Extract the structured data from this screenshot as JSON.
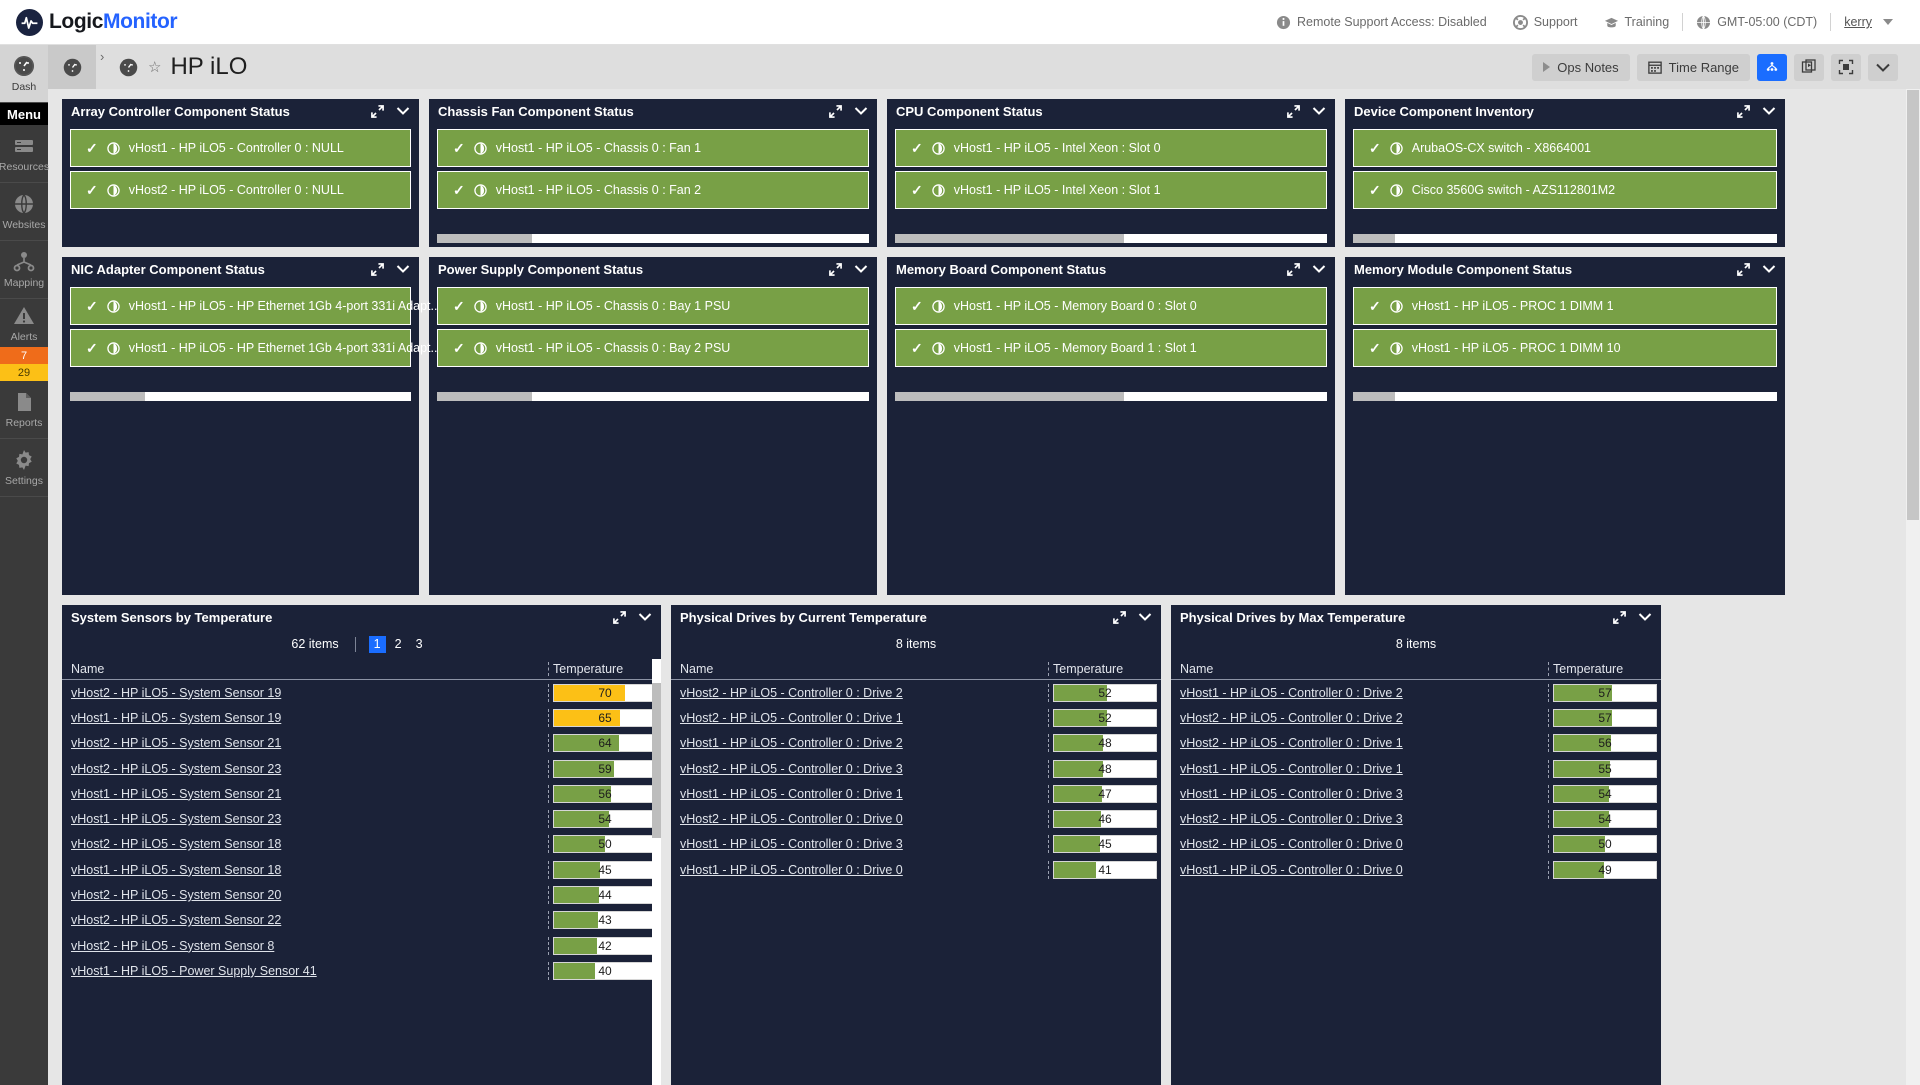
{
  "brand": {
    "name_a": "Logic",
    "name_b": "Monitor"
  },
  "topbar": {
    "remote_support": "Remote Support Access: Disabled",
    "support": "Support",
    "training": "Training",
    "timezone": "GMT-05:00 (CDT)",
    "user": "kerry"
  },
  "sidebar": {
    "items": [
      {
        "label": "Dash",
        "icon": "dashboard-icon",
        "active": true
      },
      {
        "label": "Menu",
        "icon": "menu-icon",
        "active": false
      },
      {
        "label": "Resources",
        "icon": "server-icon",
        "active": false
      },
      {
        "label": "Websites",
        "icon": "globe-icon",
        "active": false
      },
      {
        "label": "Mapping",
        "icon": "topology-icon",
        "active": false
      },
      {
        "label": "Alerts",
        "icon": "warning-icon",
        "active": false
      },
      {
        "label": "Reports",
        "icon": "report-icon",
        "active": false
      },
      {
        "label": "Settings",
        "icon": "gear-icon",
        "active": false
      }
    ],
    "alert_badges": {
      "critical": "7",
      "warning": "29"
    }
  },
  "page": {
    "title": "HP iLO",
    "buttons": {
      "ops_notes": "Ops Notes",
      "time_range": "Time Range"
    }
  },
  "colors": {
    "ok_green": "#78a046",
    "bar_green": "#78a046",
    "bar_yellow": "#fcc016",
    "accent_blue": "#1a6dff",
    "widget_bg": "#1b2238"
  },
  "widgets": {
    "array_controller": {
      "title": "Array Controller Component Status",
      "rows": [
        "vHost1 - HP iLO5 - Controller 0 : NULL",
        "vHost2 - HP iLO5 - Controller 0 : NULL"
      ],
      "scroll_pct": 0
    },
    "chassis_fan": {
      "title": "Chassis Fan Component Status",
      "rows": [
        "vHost1 - HP iLO5 - Chassis 0 : Fan 1",
        "vHost1 - HP iLO5 - Chassis 0 : Fan 2"
      ],
      "scroll_pct": 18
    },
    "cpu": {
      "title": "CPU Component Status",
      "rows": [
        "vHost1 - HP iLO5 - Intel Xeon : Slot 0",
        "vHost1 - HP iLO5 - Intel Xeon : Slot 1"
      ],
      "scroll_pct": 49
    },
    "device_inventory": {
      "title": "Device Component Inventory",
      "rows": [
        "ArubaOS-CX switch - X8664001",
        "Cisco 3560G switch - AZS112801M2"
      ],
      "scroll_pct": 8
    },
    "nic_adapter": {
      "title": "NIC Adapter Component Status",
      "rows": [
        "vHost1 - HP iLO5 - HP Ethernet 1Gb 4-port 331i Adapt...",
        "vHost1 - HP iLO5 - HP Ethernet 1Gb 4-port 331i Adapt..."
      ],
      "scroll_pct": 18
    },
    "power_supply": {
      "title": "Power Supply Component Status",
      "rows": [
        "vHost1 - HP iLO5 - Chassis 0 : Bay 1 PSU",
        "vHost1 - HP iLO5 - Chassis 0 : Bay 2 PSU"
      ],
      "scroll_pct": 49
    },
    "memory_board": {
      "title": "Memory Board Component Status",
      "rows": [
        "vHost1 - HP iLO5 - Memory Board 0 : Slot 0",
        "vHost1 - HP iLO5 - Memory Board 1 : Slot 1"
      ],
      "scroll_pct": 49
    },
    "memory_module": {
      "title": "Memory Module Component Status",
      "rows": [
        "vHost1 - HP iLO5 - PROC 1 DIMM 1",
        "vHost1 - HP iLO5 - PROC 1 DIMM 10"
      ],
      "scroll_pct": 8
    },
    "system_sensors": {
      "title": "System Sensors by Temperature",
      "items_count": "62 items",
      "pages": [
        "1",
        "2",
        "3"
      ],
      "active_page": "1",
      "col_name": "Name",
      "col_temp": "Temperature"
    },
    "drives_current": {
      "title": "Physical Drives by Current Temperature",
      "items_count": "8 items",
      "col_name": "Name",
      "col_temp": "Temperature"
    },
    "drives_max": {
      "title": "Physical Drives by Max Temperature",
      "items_count": "8 items",
      "col_name": "Name",
      "col_temp": "Temperature"
    }
  },
  "chart_data": [
    {
      "type": "bar",
      "title": "System Sensors by Temperature",
      "xlabel": "Name",
      "ylabel": "Temperature",
      "ylim": [
        0,
        100
      ],
      "categories": [
        "vHost2 - HP iLO5 - System Sensor 19",
        "vHost1 - HP iLO5 - System Sensor 19",
        "vHost2 - HP iLO5 - System Sensor 21",
        "vHost2 - HP iLO5 - System Sensor 23",
        "vHost1 - HP iLO5 - System Sensor 21",
        "vHost1 - HP iLO5 - System Sensor 23",
        "vHost2 - HP iLO5 - System Sensor 18",
        "vHost1 - HP iLO5 - System Sensor 18",
        "vHost2 - HP iLO5 - System Sensor 20",
        "vHost2 - HP iLO5 - System Sensor 22",
        "vHost2 - HP iLO5 - System Sensor 8",
        "vHost1 - HP iLO5 - Power Supply Sensor 41"
      ],
      "values": [
        70,
        65,
        64,
        59,
        56,
        54,
        50,
        45,
        44,
        43,
        42,
        40
      ],
      "colors": [
        "#fcc016",
        "#fcc016",
        "#78a046",
        "#78a046",
        "#78a046",
        "#78a046",
        "#78a046",
        "#78a046",
        "#78a046",
        "#78a046",
        "#78a046",
        "#78a046"
      ]
    },
    {
      "type": "bar",
      "title": "Physical Drives by Current Temperature",
      "xlabel": "Name",
      "ylabel": "Temperature",
      "ylim": [
        0,
        100
      ],
      "categories": [
        "vHost2 - HP iLO5 - Controller 0 : Drive 2",
        "vHost2 - HP iLO5 - Controller 0 : Drive 1",
        "vHost1 - HP iLO5 - Controller 0 : Drive 2",
        "vHost2 - HP iLO5 - Controller 0 : Drive 3",
        "vHost1 - HP iLO5 - Controller 0 : Drive 1",
        "vHost2 - HP iLO5 - Controller 0 : Drive 0",
        "vHost1 - HP iLO5 - Controller 0 : Drive 3",
        "vHost1 - HP iLO5 - Controller 0 : Drive 0"
      ],
      "values": [
        52,
        52,
        48,
        48,
        47,
        46,
        45,
        41
      ],
      "colors": [
        "#78a046",
        "#78a046",
        "#78a046",
        "#78a046",
        "#78a046",
        "#78a046",
        "#78a046",
        "#78a046"
      ]
    },
    {
      "type": "bar",
      "title": "Physical Drives by Max Temperature",
      "xlabel": "Name",
      "ylabel": "Temperature",
      "ylim": [
        0,
        100
      ],
      "categories": [
        "vHost1 - HP iLO5 - Controller 0 : Drive 2",
        "vHost2 - HP iLO5 - Controller 0 : Drive 2",
        "vHost2 - HP iLO5 - Controller 0 : Drive 1",
        "vHost1 - HP iLO5 - Controller 0 : Drive 1",
        "vHost1 - HP iLO5 - Controller 0 : Drive 3",
        "vHost2 - HP iLO5 - Controller 0 : Drive 3",
        "vHost2 - HP iLO5 - Controller 0 : Drive 0",
        "vHost1 - HP iLO5 - Controller 0 : Drive 0"
      ],
      "values": [
        57,
        57,
        56,
        55,
        54,
        54,
        50,
        49
      ],
      "colors": [
        "#78a046",
        "#78a046",
        "#78a046",
        "#78a046",
        "#78a046",
        "#78a046",
        "#78a046",
        "#78a046"
      ]
    }
  ]
}
